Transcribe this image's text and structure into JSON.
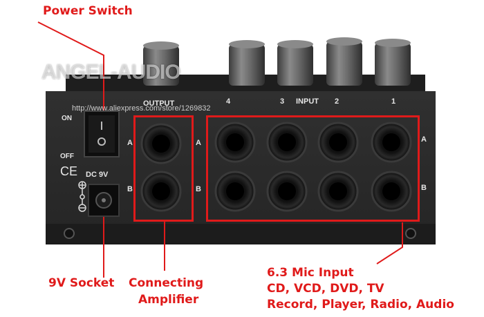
{
  "callouts": {
    "power_switch": "Power Switch",
    "socket_9v": "9V Socket",
    "connecting_line1": "Connecting",
    "connecting_line2": "Amplifier",
    "mic_input_line1": "6.3 Mic Input",
    "mic_input_line2": "CD, VCD, DVD, TV",
    "mic_input_line3": "Record, Player, Radio, Audio"
  },
  "branding": {
    "brand_name": "ANGEL-AUDIO",
    "watermark_url": "http://www.aliexpress.com/store/1269832"
  },
  "panel": {
    "output_label": "OUTPUT",
    "input_label": "INPUT",
    "channel_4": "4",
    "channel_3": "3",
    "channel_2": "2",
    "channel_1": "1",
    "on_label": "ON",
    "off_label": "OFF",
    "dc_label": "DC 9V",
    "ce_mark": "CE",
    "row_a": "A",
    "row_b": "B"
  },
  "colors": {
    "accent": "#e01a1a",
    "panel": "#2b2b2b",
    "knob": "#6e6e6e"
  }
}
